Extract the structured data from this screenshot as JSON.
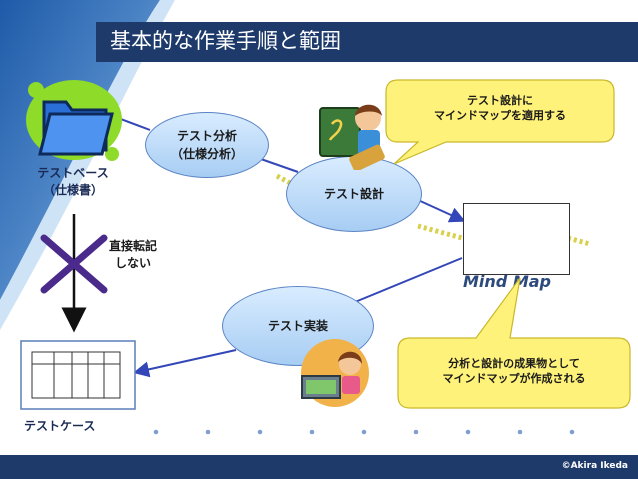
{
  "slide": {
    "title": "基本的な作業手順と範囲",
    "copyright": "©Akira Ikeda"
  },
  "nodes": {
    "test_base": [
      "テストベース",
      "（仕様書）"
    ],
    "test_analysis": [
      "テスト分析",
      "（仕様分析）"
    ],
    "test_design": "テスト設計",
    "test_impl": "テスト実装",
    "test_case": "テストケース",
    "no_direct": [
      "直接転記",
      "しない"
    ],
    "mind_map": "Mind Map"
  },
  "callouts": {
    "top": [
      "テスト設計に",
      "マインドマップを適用する"
    ],
    "bottom": [
      "分析と設計の成果物として",
      "マインドマップが作成される"
    ]
  },
  "colors": {
    "title_bar": "#1e3a6b",
    "callout_fill": "#fff27a",
    "ellipse_fill": "#bcdcff",
    "arrow": "#3347b8",
    "dotted": "#d8d04a",
    "cross": "#4a2a8a"
  }
}
